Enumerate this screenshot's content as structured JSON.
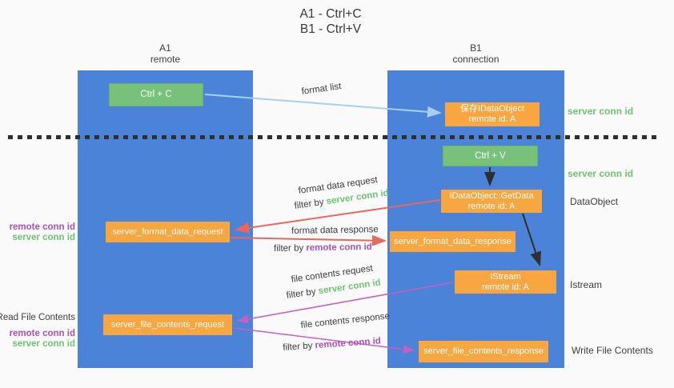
{
  "title": {
    "line1": "A1 - Ctrl+C",
    "line2": "B1 - Ctrl+V"
  },
  "lanes": {
    "a1": {
      "title": "A1",
      "subtitle": "remote"
    },
    "b1": {
      "title": "B1",
      "subtitle": "connection"
    }
  },
  "nodes": {
    "ctrl_c": {
      "label": "Ctrl + C"
    },
    "ctrl_v": {
      "label": "Ctrl + V"
    },
    "save_dataobject": {
      "line1": "保存IDataObject",
      "line2": "remote id: A"
    },
    "getdata": {
      "line1": "IDataObject::GetData",
      "line2": "remote id: A"
    },
    "istream": {
      "line1": "IStream",
      "line2": "remote id: A"
    },
    "format_request": {
      "label": "server_format_data_request"
    },
    "format_response": {
      "label": "server_format_data_response"
    },
    "file_request": {
      "label": "server_file_contents_request"
    },
    "file_response": {
      "label": "server_file_contents_response"
    }
  },
  "arrow_labels": {
    "format_list": "format list",
    "format_data_request": "format data request",
    "format_data_response": "format data response",
    "file_contents_request": "file contents request",
    "file_contents_response": "file contents response",
    "filter_by": "filter by ",
    "server_conn_id": "server conn id",
    "remote_conn_id": "remote conn id"
  },
  "side_labels": {
    "server_conn_id_top": "server conn id",
    "server_conn_id_mid": "server conn id",
    "dataobject": "DataObject",
    "istream": "Istream",
    "write_file_contents": "Write File Contents",
    "read_file_contents": "Read File Contents",
    "remote_conn_id": "remote conn id",
    "server_conn_id": "server conn id"
  },
  "colors": {
    "background": "#fafafa",
    "panel_blue": "#4a83d7",
    "node_orange": "#f7a640",
    "node_green": "#77c17a",
    "green_text": "#6ec473",
    "purple_text": "#a950b9",
    "red_arrow": "#e8685e",
    "magenta_arrow": "#c45fc4",
    "blue_arrow": "#a6d0ee",
    "black_arrow": "#2f2f2f",
    "dotted_line": "#2e2e2e"
  }
}
